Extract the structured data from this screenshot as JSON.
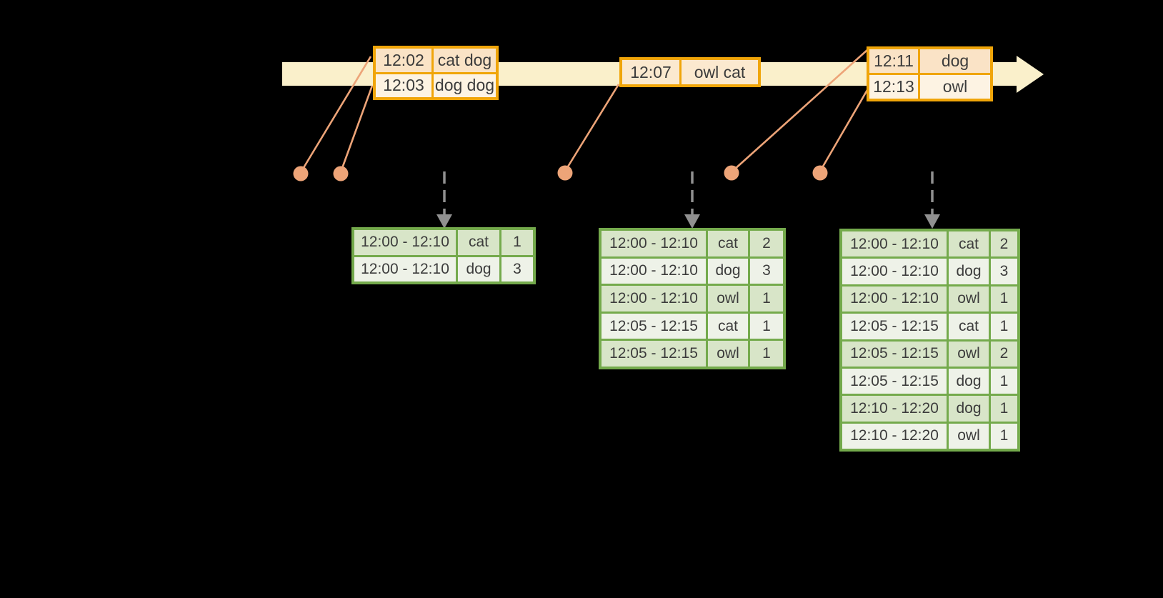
{
  "background_color": "#000000",
  "palette": {
    "timeline_fill": "#FAF0CB",
    "event_table_border": "#F0A509",
    "event_row_peach": "#FAE3C6",
    "event_row_cream": "#FDF3E3",
    "event_row_single": "#FBE9CF",
    "dot_and_line": "#EDA478",
    "trigger_arrow_gray": "#909090",
    "result_table_border": "#74AA4C",
    "result_row_dark": "#D8E5C8",
    "result_row_light": "#EEF2E8",
    "text": "#3C3C3C"
  },
  "icons": {
    "timeline": "right-block-arrow",
    "trigger": "dashed-down-arrow",
    "event_marker": "filled-dot"
  },
  "event_tables": [
    {
      "rows": [
        [
          "12:02",
          "cat dog"
        ],
        [
          "12:03",
          "dog dog"
        ]
      ]
    },
    {
      "rows": [
        [
          "12:07",
          "owl cat"
        ]
      ]
    },
    {
      "rows": [
        [
          "12:11",
          "dog"
        ],
        [
          "12:13",
          "owl"
        ]
      ]
    }
  ],
  "result_tables": [
    {
      "rows": [
        [
          "12:00 - 12:10",
          "cat",
          "1"
        ],
        [
          "12:00 - 12:10",
          "dog",
          "3"
        ]
      ]
    },
    {
      "rows": [
        [
          "12:00 - 12:10",
          "cat",
          "2"
        ],
        [
          "12:00 - 12:10",
          "dog",
          "3"
        ],
        [
          "12:00 - 12:10",
          "owl",
          "1"
        ],
        [
          "12:05 - 12:15",
          "cat",
          "1"
        ],
        [
          "12:05 - 12:15",
          "owl",
          "1"
        ]
      ]
    },
    {
      "rows": [
        [
          "12:00 - 12:10",
          "cat",
          "2"
        ],
        [
          "12:00 - 12:10",
          "dog",
          "3"
        ],
        [
          "12:00 - 12:10",
          "owl",
          "1"
        ],
        [
          "12:05 - 12:15",
          "cat",
          "1"
        ],
        [
          "12:05 - 12:15",
          "owl",
          "2"
        ],
        [
          "12:05 - 12:15",
          "dog",
          "1"
        ],
        [
          "12:10 - 12:20",
          "dog",
          "1"
        ],
        [
          "12:10 - 12:20",
          "owl",
          "1"
        ]
      ]
    }
  ]
}
